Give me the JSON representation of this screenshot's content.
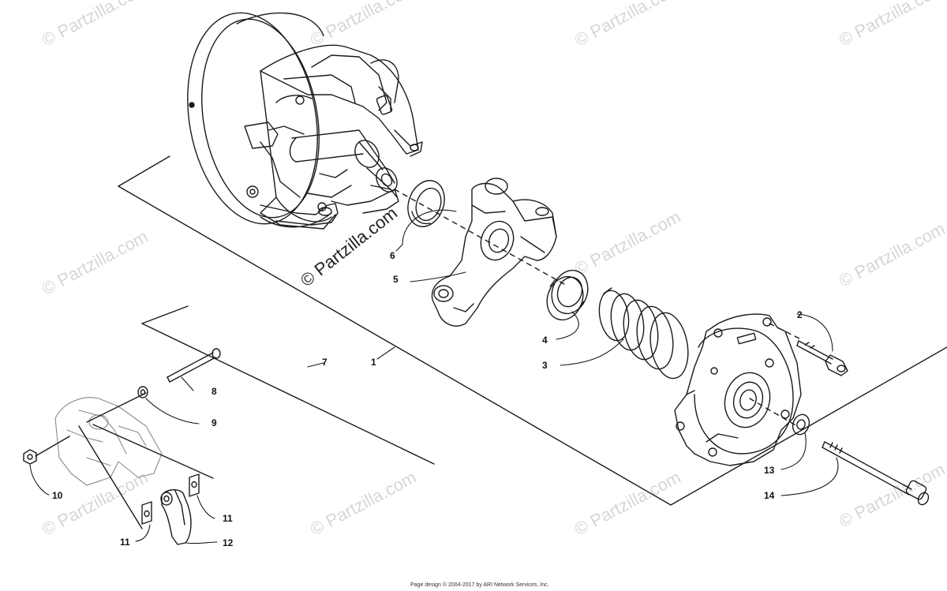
{
  "watermark": {
    "text": "© Partzilla.com",
    "featured_text": "© Partzilla.com"
  },
  "callouts": {
    "c1": "1",
    "c2": "2",
    "c3": "3",
    "c4": "4",
    "c5": "5",
    "c6": "6",
    "c7": "7",
    "c8": "8",
    "c9": "9",
    "c10": "10",
    "c11a": "11",
    "c11b": "11",
    "c12": "12",
    "c13": "13",
    "c14": "14"
  },
  "footer": "Page design © 2004-2017 by ARI Network Services, Inc."
}
